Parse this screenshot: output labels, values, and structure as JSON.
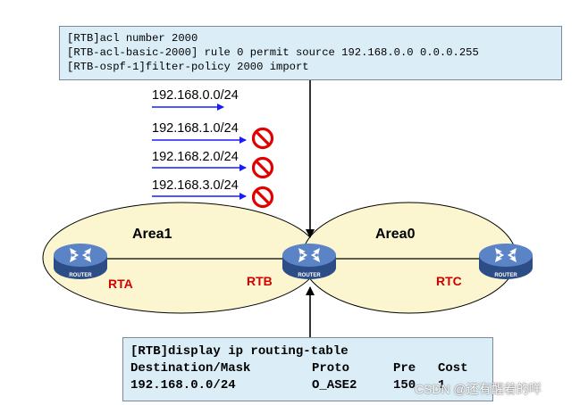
{
  "config_box": {
    "lines": [
      "[RTB]acl number 2000",
      "[RTB-acl-basic-2000] rule 0 permit source 192.168.0.0 0.0.0.255",
      "[RTB-ospf-1]filter-policy 2000 import"
    ]
  },
  "routes": [
    {
      "prefix": "192.168.0.0/24",
      "blocked": false
    },
    {
      "prefix": "192.168.1.0/24",
      "blocked": true
    },
    {
      "prefix": "192.168.2.0/24",
      "blocked": true
    },
    {
      "prefix": "192.168.3.0/24",
      "blocked": true
    }
  ],
  "areas": {
    "left": "Area1",
    "right": "Area0"
  },
  "routers": [
    {
      "name": "RTA",
      "icon_label": "ROUTER"
    },
    {
      "name": "RTB",
      "icon_label": "ROUTER"
    },
    {
      "name": "RTC",
      "icon_label": "ROUTER"
    }
  ],
  "routing_table": {
    "command": "[RTB]display ip routing-table",
    "headers": [
      "Destination/Mask",
      "Proto",
      "Pre",
      "Cost"
    ],
    "rows": [
      [
        "192.168.0.0/24",
        "O_ASE2",
        "150",
        "1"
      ]
    ]
  },
  "watermark": "CSDN @还有醒着的咩",
  "colors": {
    "arrow": "#1a1aff",
    "block": "#e00000",
    "area_fill": "#fbf6d0",
    "router": "#3a5f9e",
    "label": "#d40000"
  },
  "icons": {
    "router": "router-icon",
    "block": "prohibited-icon"
  }
}
